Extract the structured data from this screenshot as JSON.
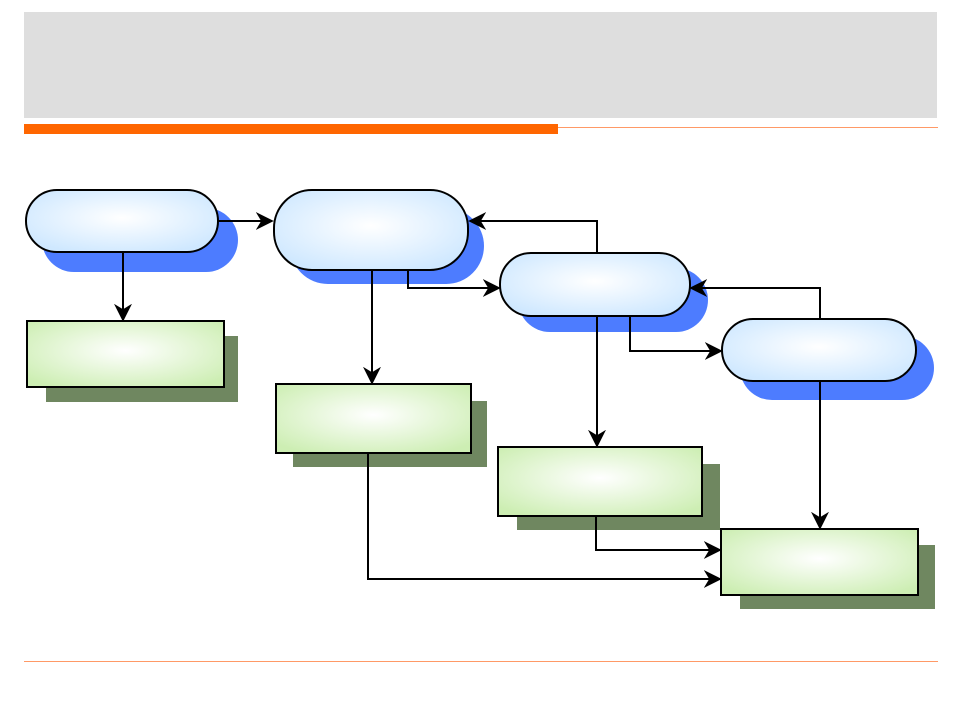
{
  "slide": {
    "title": ""
  },
  "diagram": {
    "nodes": [
      {
        "id": "oval-1",
        "label": ""
      },
      {
        "id": "oval-2",
        "label": ""
      },
      {
        "id": "oval-3",
        "label": ""
      },
      {
        "id": "oval-4",
        "label": ""
      },
      {
        "id": "box-1",
        "label": ""
      },
      {
        "id": "box-2",
        "label": ""
      },
      {
        "id": "box-3",
        "label": ""
      },
      {
        "id": "box-4",
        "label": ""
      }
    ],
    "colors": {
      "title_band": "#dedede",
      "accent": "#ff6600",
      "accent_line": "#ff9966",
      "oval_shadow": "#4d7cff",
      "box_shadow": "#6f8760",
      "oval_fill_center": "#ffffff",
      "oval_fill_edge": "#cfe8ff",
      "box_fill_center": "#ffffff",
      "box_fill_edge": "#cdeeb3",
      "stroke": "#000000"
    }
  }
}
